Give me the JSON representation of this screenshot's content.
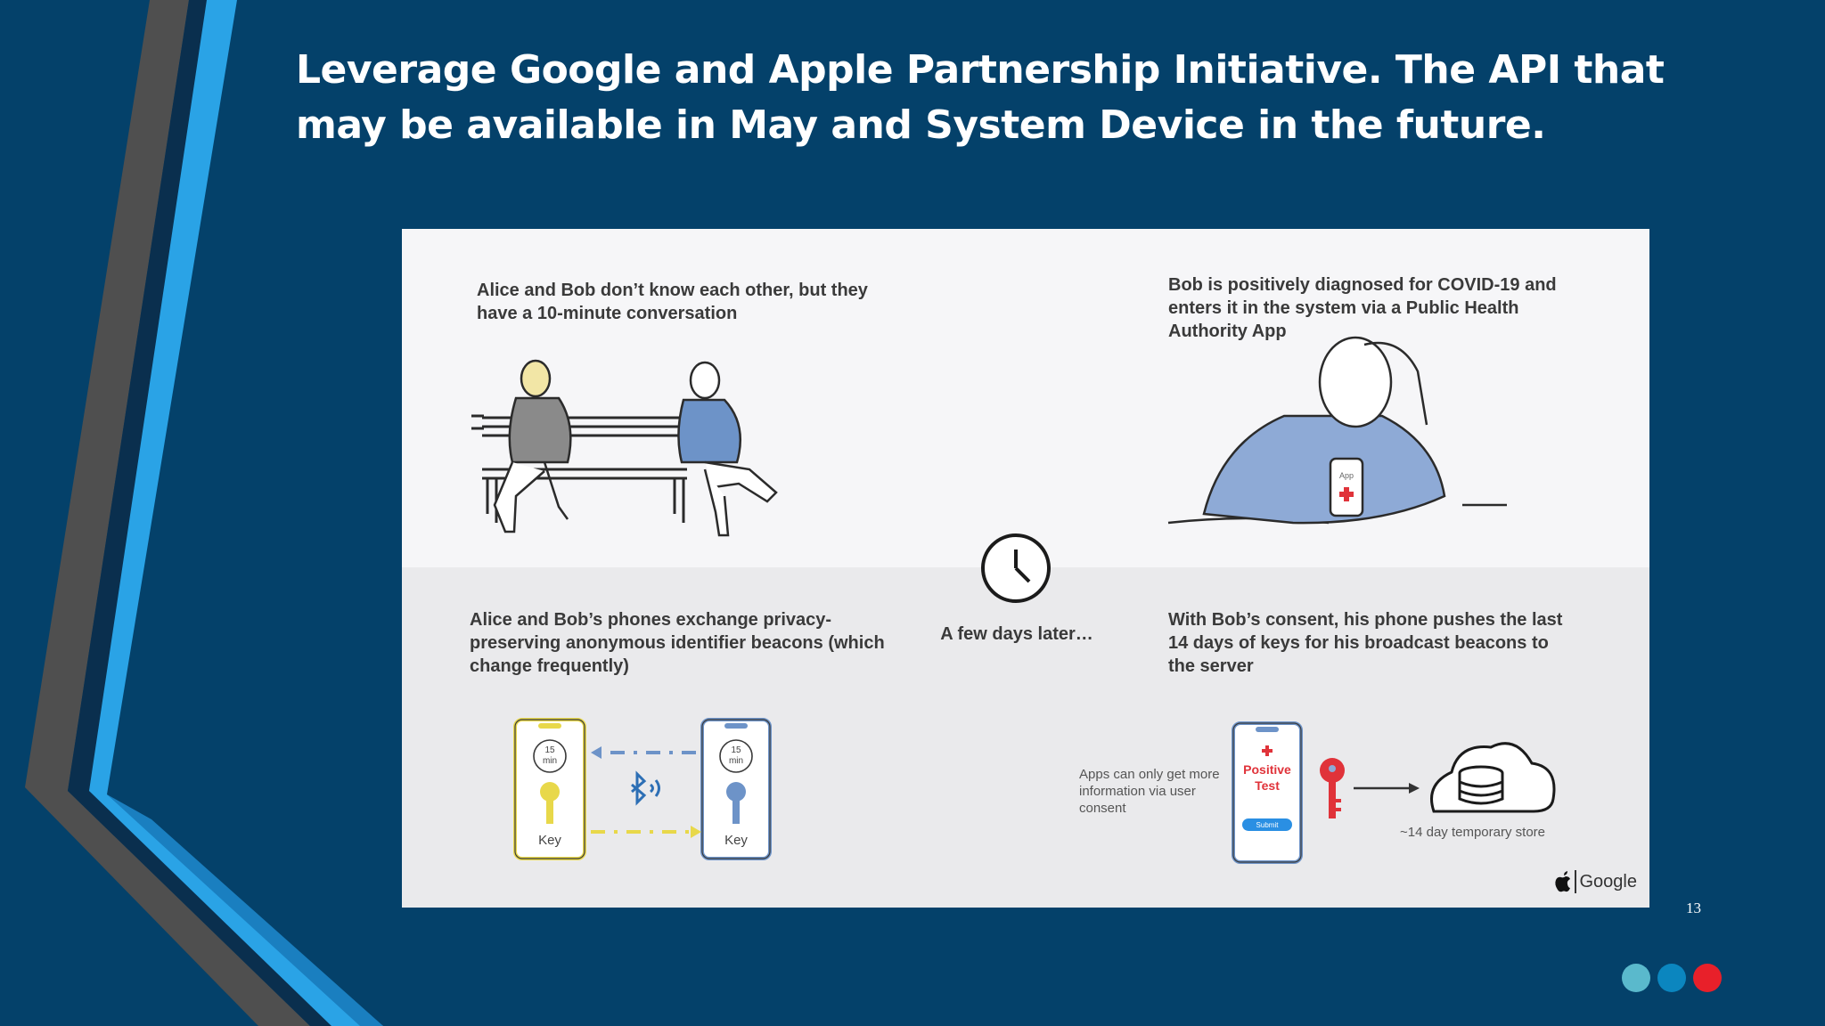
{
  "slide": {
    "title": "Leverage Google and Apple Partnership Initiative. The API that may be available in May and System Device in the future.",
    "page_number": "13"
  },
  "figure": {
    "caption_top_left": "Alice and Bob don’t know each other, but they have a 10-minute conversation",
    "caption_top_right": "Bob is positively diagnosed for COVID-19 and enters it in the system via a Public Health Authority App",
    "caption_bottom_left": "Alice and Bob’s phones exchange privacy-preserving anonymous identifier beacons (which change frequently)",
    "caption_middle": "A few days later…",
    "caption_bottom_right": "With Bob’s consent, his phone pushes the last 14 days of keys for his broadcast beacons to the server",
    "phone_timer_label_1": "15",
    "phone_timer_label_2": "min",
    "key_label": "Key",
    "app_label": "App",
    "positive_test_line1": "Positive",
    "positive_test_line2": "Test",
    "submit_label": "Submit",
    "consent_note": "Apps can only get more information via user consent",
    "store_note": "~14 day temporary store",
    "brand": "Google"
  },
  "colors": {
    "background": "#04416a",
    "stripe_grey": "#4f4f4f",
    "stripe_blue": "#2aa3e6",
    "dot_teal": "#5ab9cc",
    "dot_blue": "#0b86bf",
    "dot_red": "#e8202a",
    "phone_yellow": "#e8d84a",
    "phone_blue": "#6d93c8",
    "key_red": "#e0333a"
  }
}
